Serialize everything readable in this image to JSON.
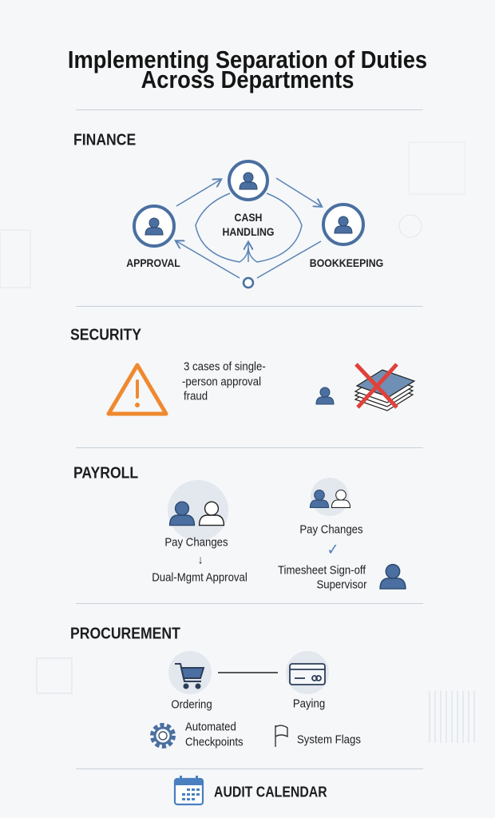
{
  "title": {
    "line1": "Implementing Separation of Duties",
    "line2": "Across Departments"
  },
  "finance": {
    "heading": "FINANCE",
    "center_label_1": "CASH",
    "center_label_2": "HANDLING",
    "left_label": "APPROVAL",
    "right_label": "BOOKKEEPING"
  },
  "security": {
    "heading": "SECURITY",
    "text_1": "3 cases of single-",
    "text_2": "-person approval",
    "text_3": "fraud"
  },
  "payroll": {
    "heading": "PAYROLL",
    "left_label": "Pay Changes",
    "left_arrow": "↓",
    "left_result": "Dual-Mgmt Approval",
    "right_label": "Pay Changes",
    "right_check": "✓",
    "right_result_1": "Timesheet Sign-off",
    "right_result_2": "Supervisor"
  },
  "procurement": {
    "heading": "PROCUREMENT",
    "ordering": "Ordering",
    "paying": "Paying",
    "checkpoints_1": "Automated",
    "checkpoints_2": "Checkpoints",
    "flags": "System Flags"
  },
  "footer": {
    "label": "AUDIT CALENDAR"
  },
  "colors": {
    "accent": "#4a6fa0",
    "warning": "#f0892e",
    "cross": "#e0413a",
    "divider": "#c9d1d9"
  }
}
